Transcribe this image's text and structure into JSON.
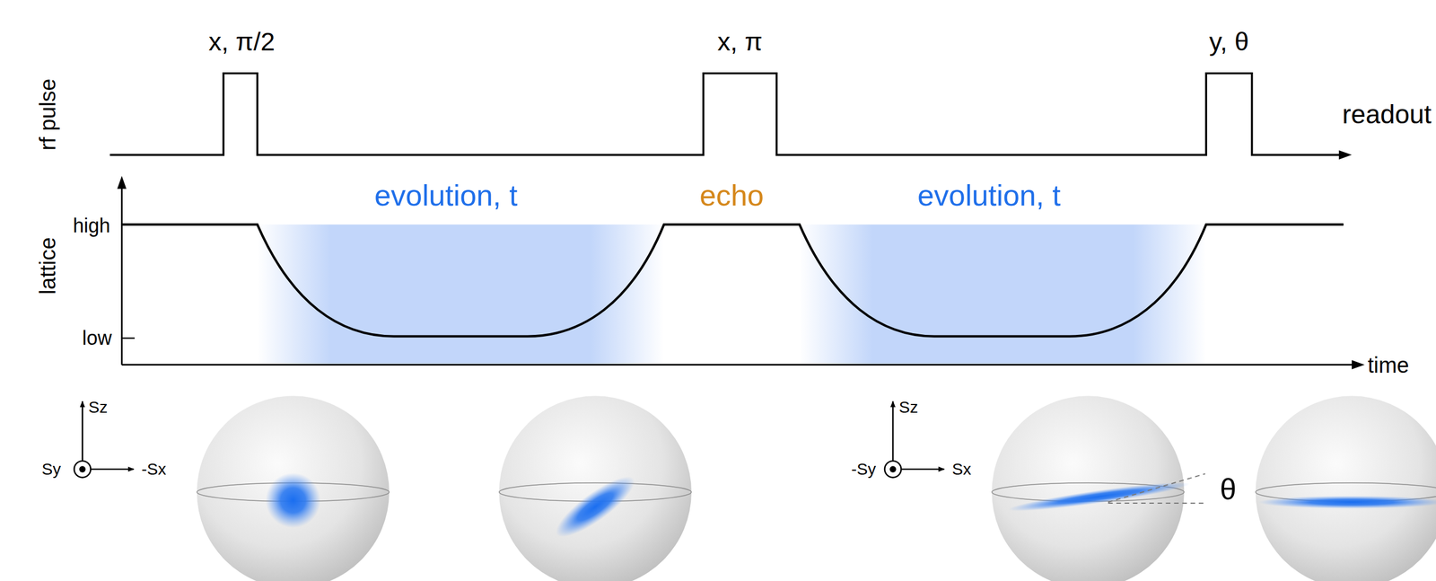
{
  "diagram": {
    "labels": [
      "x, π/2",
      "x, π",
      "y, θ",
      "rf pulse",
      "readout",
      "lattice",
      "high",
      "low",
      "evolution, t",
      "echo",
      "evolution, t",
      "time",
      "Sz",
      "Sy",
      "-Sx",
      "Sz",
      "-Sy",
      "Sx",
      "θ"
    ]
  }
}
